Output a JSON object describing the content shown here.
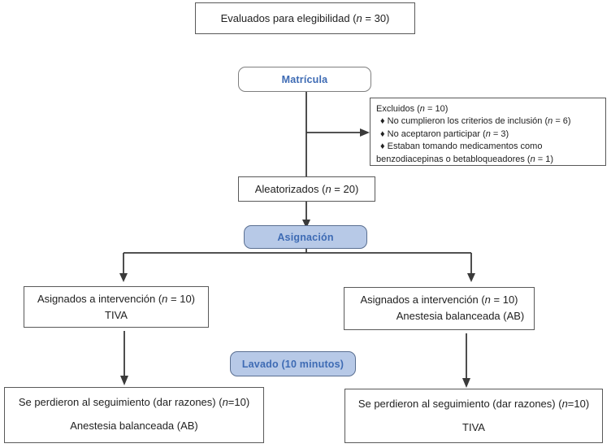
{
  "colors": {
    "accent_blue": "#3E6BB4",
    "fill_blue": "#B7C9E7",
    "line_dark": "#3A3A3A",
    "border_gray": "#595959"
  },
  "flow": {
    "eligibility": {
      "label": "Evaluados para elegibilidad (n = 30)"
    },
    "enrollment": {
      "label": "Matrícula"
    },
    "excluded": {
      "lines": [
        "Excluidos (n = 10)",
        "♦ No cumplieron los criterios de inclusión (n = 6)",
        "♦ No aceptaron participar (n = 3)",
        "♦ Estaban tomando medicamentos como",
        "benzodiacepinas o betabloqueadores (n = 1)"
      ]
    },
    "randomized": {
      "label": "Aleatorizados (n = 20)"
    },
    "allocation": {
      "label": "Asignación"
    },
    "arm_left": {
      "line1": "Asignados a intervención (n = 10)",
      "line2": "TIVA"
    },
    "arm_right": {
      "line1": "Asignados a intervención (n = 10)",
      "line2": "Anestesia balanceada (AB)"
    },
    "washout": {
      "label": "Lavado (10 minutos)"
    },
    "followup_left": {
      "line1": "Se perdieron al seguimiento (dar razones) (n=10)",
      "line2": "Anestesia balanceada (AB)"
    },
    "followup_right": {
      "line1": "Se perdieron al seguimiento (dar razones) (n=10)",
      "line2": "TIVA"
    }
  }
}
